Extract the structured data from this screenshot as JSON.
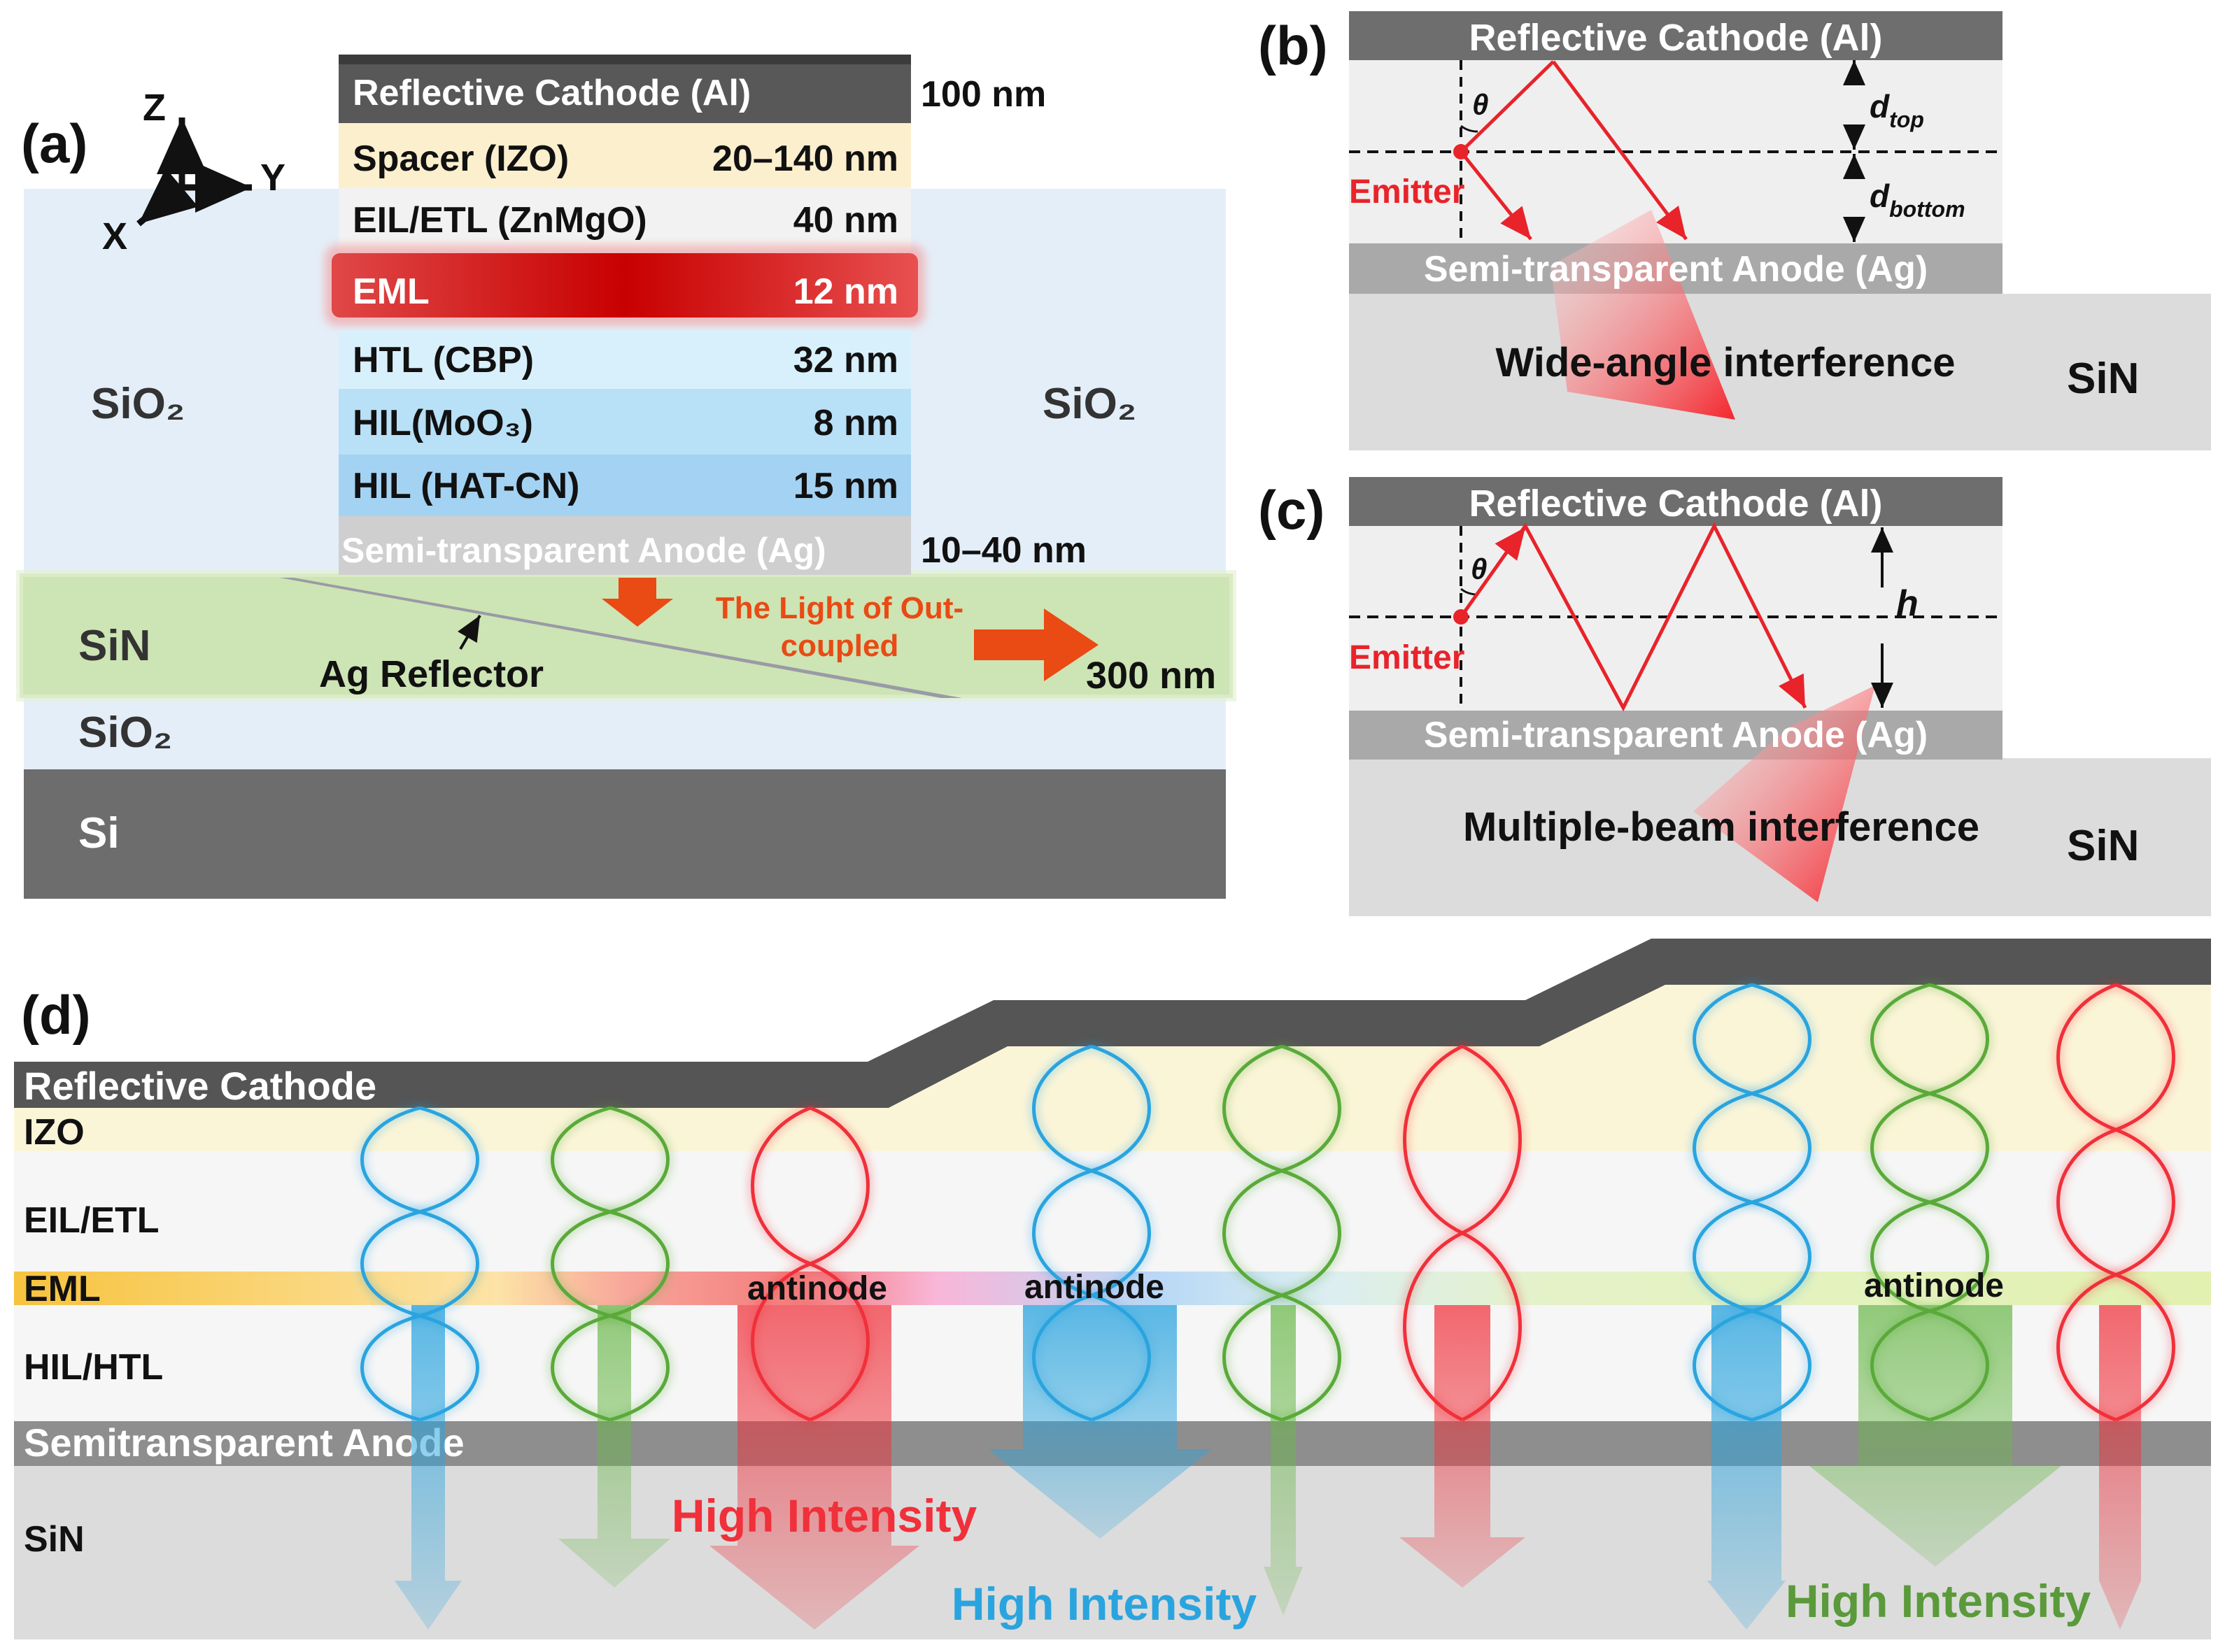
{
  "panel_a": {
    "label": "(a)",
    "axes": {
      "z": "Z",
      "y": "Y",
      "x": "X"
    },
    "stack": [
      {
        "name": "Reflective Cathode (Al)",
        "thickness": ""
      },
      {
        "name": "Spacer (IZO)",
        "thickness": "20–140 nm"
      },
      {
        "name": "EIL/ETL (ZnMgO)",
        "thickness": "40 nm"
      },
      {
        "name": "EML",
        "thickness": "12 nm"
      },
      {
        "name": "HTL (CBP)",
        "thickness": "32 nm"
      },
      {
        "name": "HIL(MoO₃)",
        "thickness": "8 nm"
      },
      {
        "name": "HIL (HAT-CN)",
        "thickness": "15 nm"
      },
      {
        "name": "Semi-transparent Anode (Ag)",
        "thickness": ""
      }
    ],
    "cathode_thickness": "100 nm",
    "anode_thickness": "10–40 nm",
    "sio2_left": "SiO₂",
    "sio2_right": "SiO₂",
    "sin": "SiN",
    "sio2_bottom": "SiO₂",
    "si": "Si",
    "reflector": "Ag Reflector",
    "outcoupled_line1": "The Light of Out-",
    "outcoupled_line2": "coupled",
    "sin_thickness": "300 nm"
  },
  "panel_b": {
    "label": "(b)",
    "cathode": "Reflective Cathode (Al)",
    "anode": "Semi-transparent Anode (Ag)",
    "emitter": "Emitter",
    "theta": "θ",
    "d_top": "d",
    "d_top_sub": "top",
    "d_bottom": "d",
    "d_bottom_sub": "bottom",
    "caption": "Wide-angle interference",
    "substrate": "SiN"
  },
  "panel_c": {
    "label": "(c)",
    "cathode": "Reflective Cathode (Al)",
    "anode": "Semi-transparent Anode (Ag)",
    "emitter": "Emitter",
    "theta": "θ",
    "h": "h",
    "caption": "Multiple-beam interference",
    "substrate": "SiN"
  },
  "panel_d": {
    "label": "(d)",
    "layers": [
      "Reflective Cathode",
      "IZO",
      "EIL/ETL",
      "EML",
      "HIL/HTL",
      "Semitransparent Anode",
      "SiN"
    ],
    "antinode": "antinode",
    "high_intensity": "High Intensity",
    "colors": {
      "blue": "#2aa4df",
      "green": "#5aaa3a",
      "red": "#f0303a"
    }
  }
}
